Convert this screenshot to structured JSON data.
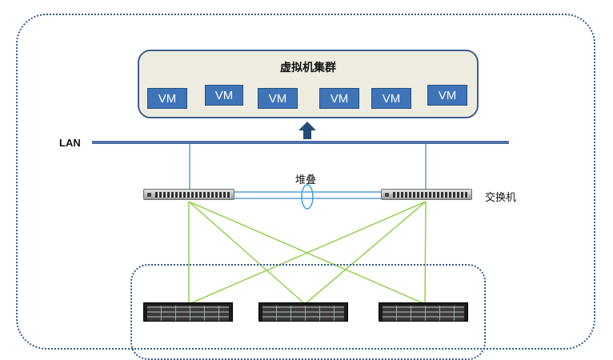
{
  "cluster": {
    "title": "虚拟机集群",
    "vms": [
      "VM",
      "VM",
      "VM",
      "VM",
      "VM",
      "VM"
    ]
  },
  "network": {
    "lan_label": "LAN",
    "stack_label": "堆叠",
    "switch_label": "交换机"
  },
  "colors": {
    "frame": "#2e5b8c",
    "cluster_fill": "#eeece1",
    "vm_fill": "#3f75b8",
    "lan_line": "#4f6fa8",
    "uplink": "#5aa0d0",
    "mesh": "#92d050",
    "arrow": "#244a78"
  }
}
